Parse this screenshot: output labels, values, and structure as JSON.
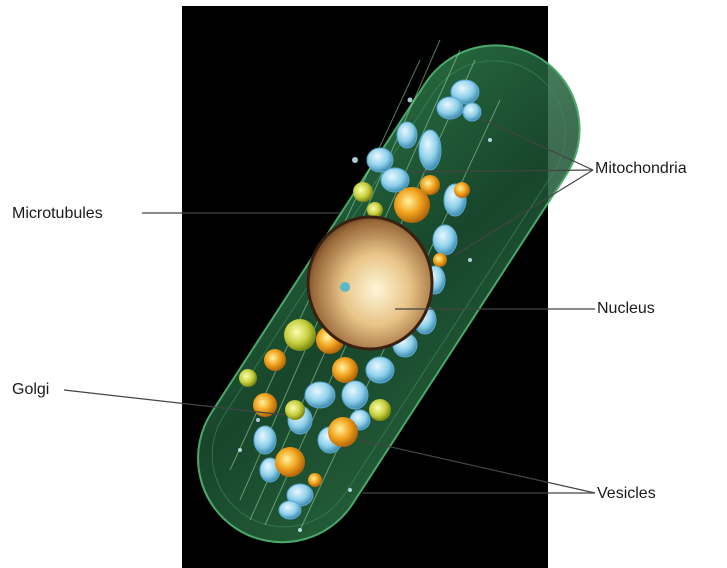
{
  "figure": {
    "subject": "cell-3d-rendering",
    "colors": {
      "background": "#000000",
      "membrane": "#1f5a36",
      "nucleus": "#c89a5c",
      "mitochondria": "#8fd0ea",
      "golgi_vesicles": "#f0a020",
      "leader_lines": "#444444"
    }
  },
  "labels": {
    "mitochondria": "Mitochondria",
    "microtubules": "Microtubules",
    "nucleus": "Nucleus",
    "golgi": "Golgi",
    "vesicles": "Vesicles"
  }
}
